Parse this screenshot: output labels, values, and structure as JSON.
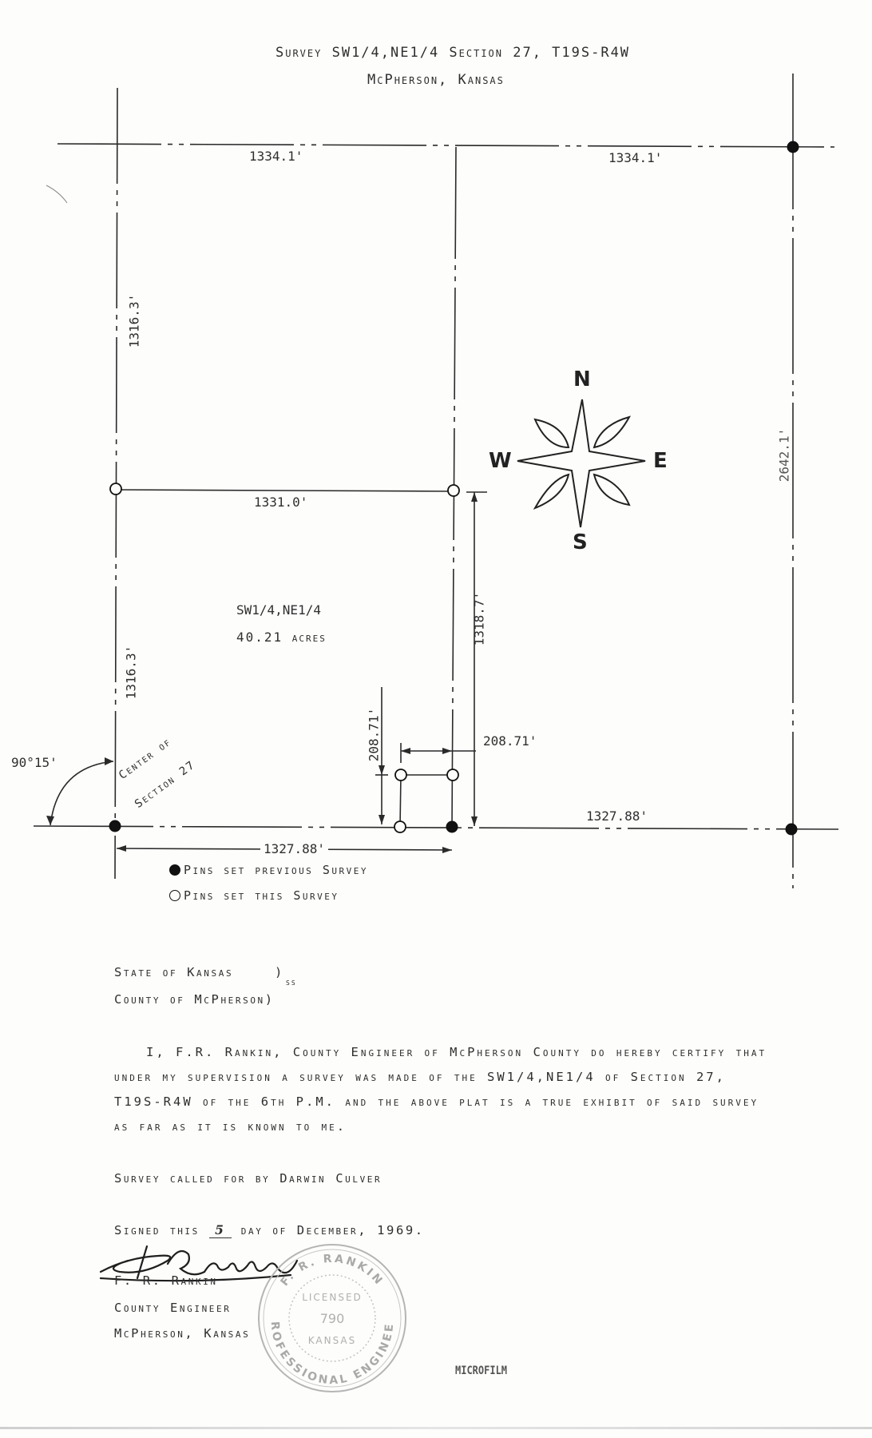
{
  "header": {
    "title": "Survey SW1/4,NE1/4 Section 27, T19S-R4W",
    "subtitle": "McPherson, Kansas"
  },
  "plat": {
    "top_left_width": "1334.1'",
    "top_right_width": "1334.1'",
    "upper_left_height": "1316.3'",
    "east_height": "2642.1'",
    "middle_width": "1331.0'",
    "lower_left_height": "1316.3'",
    "tract_height": "1318.7'",
    "tract_name": "SW1/4,NE1/4",
    "tract_area": "40.21 acres",
    "small_tract_height": "208.71'",
    "small_tract_width": "208.71'",
    "corner_angle": "90°15'",
    "center_label_1": "Center of",
    "center_label_2": "Section 27",
    "bottom_right_width": "1327.88'",
    "bottom_left_width": "1327.88'"
  },
  "compass": {
    "north": "N",
    "south": "S",
    "east": "E",
    "west": "W"
  },
  "legend": {
    "previous": "Pins set previous Survey",
    "this": "Pins set this Survey"
  },
  "venue": {
    "state": "State of Kansas",
    "county": "County of McPherson)",
    "ss": "ss"
  },
  "certificate": {
    "text": "I, F.R. Rankin, County Engineer of McPherson County do hereby certify that under my supervision a survey was made of the SW1/4,NE1/4 of Section 27, T19S-R4W of the 6th P.M. and the above plat is a true exhibit of said survey as far as it is known to me."
  },
  "called_for": "Survey called for by Darwin Culver",
  "signed": {
    "prefix": "Signed this",
    "day": "5",
    "suffix": "day of December, 1969."
  },
  "signature": {
    "name": "F. R. Rankin",
    "title": "County Engineer",
    "location": "McPherson, Kansas"
  },
  "seal": {
    "top": "F. R. Rankin",
    "licensed": "Licensed",
    "number": "790",
    "state": "Kansas",
    "bottom": "Professional Engineer"
  },
  "microfilm_stamp": "MICROFILM",
  "colors": {
    "ink": "#2e2e2e",
    "pin": "#111111",
    "paper": "#fdfdfb"
  }
}
